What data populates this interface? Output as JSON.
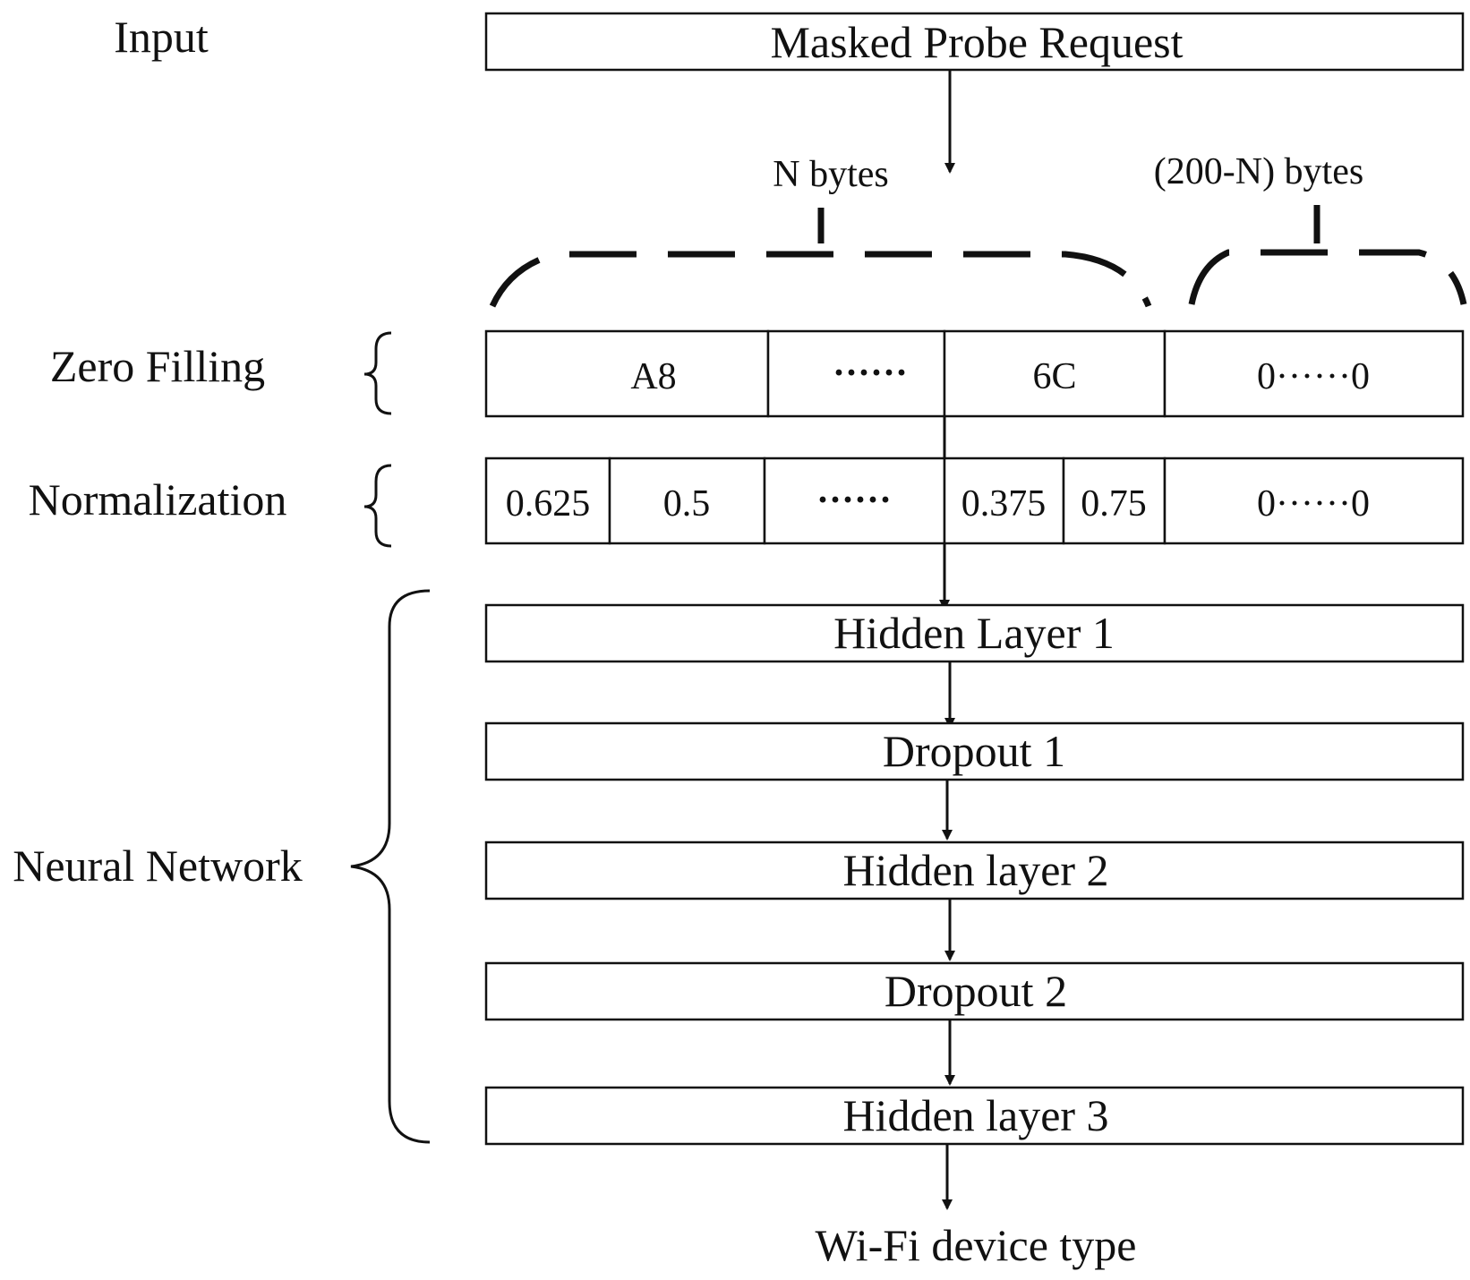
{
  "labels": {
    "input": "Input",
    "zero_filling": "Zero Filling",
    "normalization": "Normalization",
    "neural_network": "Neural Network"
  },
  "input_box": "Masked Probe Request",
  "bytes": {
    "n_bytes": "N bytes",
    "pad_bytes": "(200-N) bytes"
  },
  "zero_filling_cells": [
    "A8",
    "······",
    "6C",
    "0······0"
  ],
  "normalization_cells": [
    "0.625",
    "0.5",
    "······",
    "0.375",
    "0.75",
    "0······0"
  ],
  "layers": [
    "Hidden Layer 1",
    "Dropout 1",
    "Hidden layer 2",
    "Dropout 2",
    "Hidden layer 3"
  ],
  "output": "Wi-Fi device type",
  "colors": {
    "line": "#111111",
    "background": "#ffffff"
  }
}
